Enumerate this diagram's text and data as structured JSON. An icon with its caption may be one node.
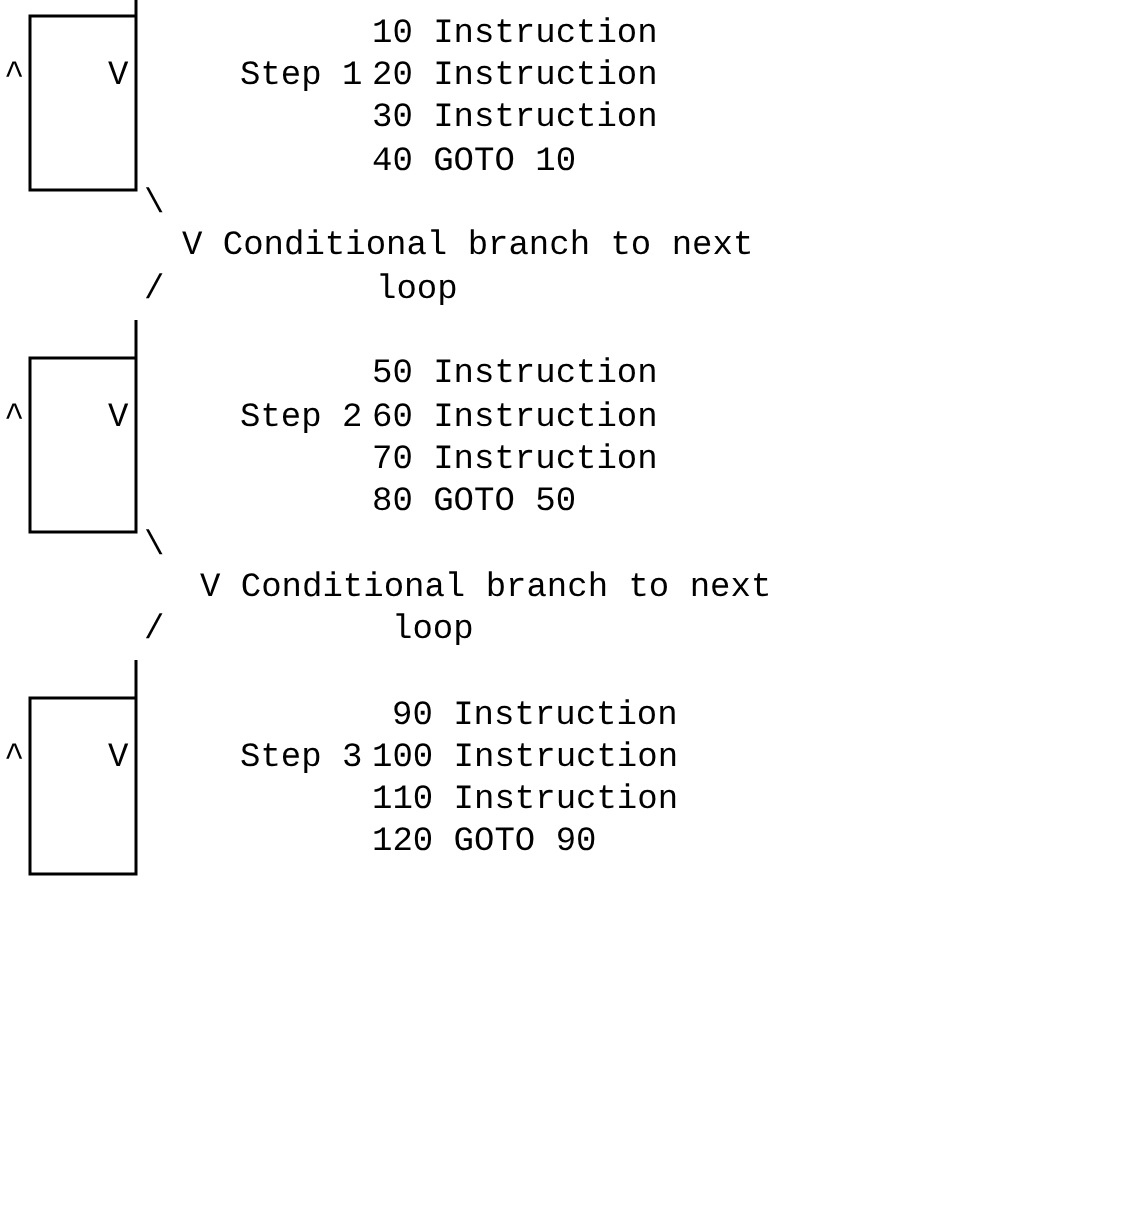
{
  "diagram": {
    "labels": [
      "10 Instruction",
      "^",
      "V",
      "Step 1",
      "20 Instruction",
      "30 Instruction",
      "40 GOTO 10",
      "\\",
      "V Conditional branch to next",
      "/",
      "loop",
      "50 Instruction",
      "^",
      "V",
      "Step 2",
      "60 Instruction",
      "70 Instruction",
      "80 GOTO 50",
      "\\",
      "V Conditional branch to next",
      "/",
      "loop",
      "90 Instruction",
      "^",
      "V",
      "Step 3",
      "100 Instruction",
      "110 Instruction",
      "120 GOTO 90"
    ]
  }
}
